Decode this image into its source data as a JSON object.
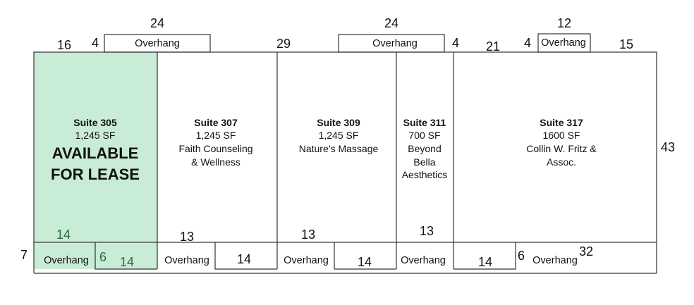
{
  "colors": {
    "available_fill": "#c9ecd6",
    "line": "#333333",
    "green_text": "#2e6b3c"
  },
  "suites": [
    {
      "name": "Suite 305",
      "area": "1,245 SF",
      "status_line1": "AVAILABLE",
      "status_line2": "FOR LEASE",
      "available": true
    },
    {
      "name": "Suite 307",
      "area": "1,245 SF",
      "tenant_line1": "Faith Counseling",
      "tenant_line2": "& Wellness"
    },
    {
      "name": "Suite 309",
      "area": "1,245 SF",
      "tenant_line1": "Nature’s Massage"
    },
    {
      "name": "Suite 311",
      "area": "700 SF",
      "tenant_line1": "Beyond",
      "tenant_line2": "Bella",
      "tenant_line3": "Aesthetics"
    },
    {
      "name": "Suite 317",
      "area": "1600 SF",
      "tenant_line1": "Collin W. Fritz &",
      "tenant_line2": "Assoc."
    }
  ],
  "overhang_label": "Overhang",
  "top_dims": {
    "oh1_width": "24",
    "oh2_width": "24",
    "oh3_width": "12",
    "d16": "16",
    "d4a": "4",
    "d29": "29",
    "d4b": "4",
    "d21": "21",
    "d4c": "4",
    "d15": "15"
  },
  "right_dim": "43",
  "bottom_dims": {
    "d14_305_top": "14",
    "d7": "7",
    "d6_305": "6",
    "d14_305_bot": "14",
    "d13_307": "13",
    "d14_307": "14",
    "d13_309": "13",
    "d14_309": "14",
    "d13_311": "13",
    "d14_317": "14",
    "d6_317": "6",
    "d32": "32"
  }
}
